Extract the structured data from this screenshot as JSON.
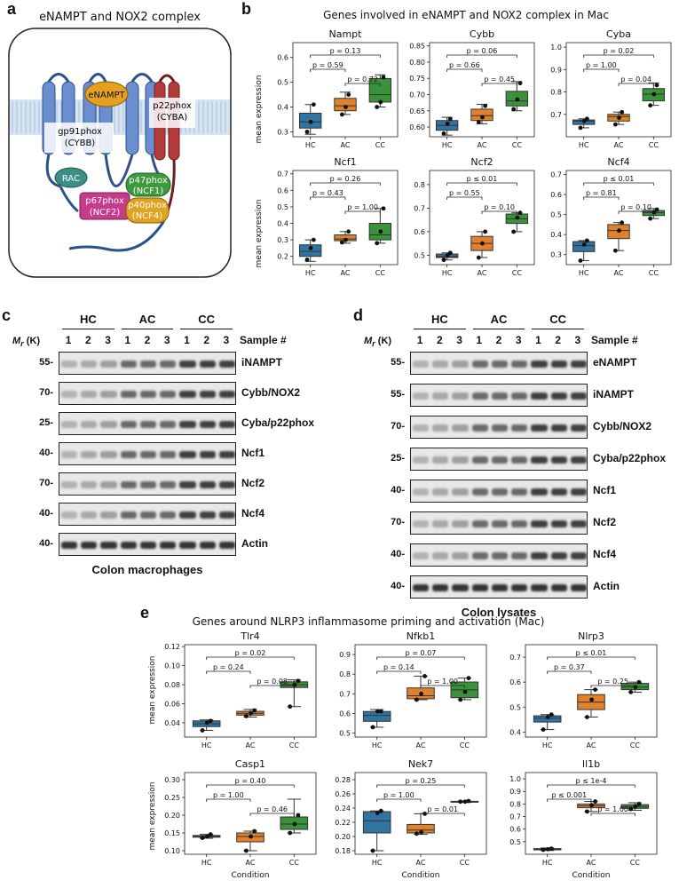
{
  "panel_a": {
    "label": "a",
    "title": "eNAMPT and NOX2 complex",
    "labels": {
      "enampt": "eNAMPT",
      "gp91": "gp91phox",
      "cybb": "(CYBB)",
      "p22": "p22phox",
      "cyba": "(CYBA)",
      "rac": "RAC",
      "p47": "p47phox",
      "ncf1": "(NCF1)",
      "p67": "p67phox",
      "ncf2": "(NCF2)",
      "p40": "p40phox",
      "ncf4": "(NCF4)"
    },
    "colors": {
      "membrane": "#8fb0d8",
      "gp91": "#6b8ecf",
      "p22": "#b53a3a",
      "enampt": "#e5a021",
      "rac": "#3a8f86",
      "p47": "#3c9a3c",
      "p67": "#c63b8a",
      "p40": "#e0a21f"
    }
  },
  "panel_b": {
    "label": "b",
    "title": "Genes involved in eNAMPT and NOX2 complex in Mac",
    "ylabel": "mean expression"
  },
  "panel_e": {
    "label": "e",
    "title": "Genes around NLRP3 inflammasome priming and activation (Mac)",
    "ylabel": "mean expression",
    "xlabel": "Condition"
  },
  "panel_c": {
    "label": "c",
    "groups": [
      "HC",
      "AC",
      "CC"
    ],
    "lanes": [
      "1",
      "2",
      "3",
      "1",
      "2",
      "3",
      "1",
      "2",
      "3"
    ],
    "mr_prefix": "M",
    "mr_sub": "r",
    "mr_suffix": " (K)",
    "sample_label": "Sample #",
    "rows": [
      {
        "mw": "55",
        "label": "iNAMPT"
      },
      {
        "mw": "70",
        "label": "Cybb/NOX2"
      },
      {
        "mw": "25",
        "label": "Cyba/p22phox"
      },
      {
        "mw": "40",
        "label": "Ncf1"
      },
      {
        "mw": "70",
        "label": "Ncf2"
      },
      {
        "mw": "40",
        "label": "Ncf4"
      },
      {
        "mw": "40",
        "label": "Actin"
      }
    ],
    "caption": "Colon macrophages"
  },
  "panel_d": {
    "label": "d",
    "groups": [
      "HC",
      "AC",
      "CC"
    ],
    "lanes": [
      "1",
      "2",
      "3",
      "1",
      "2",
      "3",
      "1",
      "2",
      "3"
    ],
    "mr_prefix": "M",
    "mr_sub": "r",
    "mr_suffix": " (K)",
    "sample_label": "Sample #",
    "rows": [
      {
        "mw": "55",
        "label": "eNAMPT"
      },
      {
        "mw": "55",
        "label": "iNAMPT"
      },
      {
        "mw": "70",
        "label": "Cybb/NOX2"
      },
      {
        "mw": "25",
        "label": "Cyba/p22phox"
      },
      {
        "mw": "40",
        "label": "Ncf1"
      },
      {
        "mw": "70",
        "label": "Ncf2"
      },
      {
        "mw": "40",
        "label": "Ncf4"
      },
      {
        "mw": "40",
        "label": "Actin"
      }
    ],
    "caption": "Colon lysates"
  },
  "chart_data": [
    {
      "type": "box",
      "panel": "b",
      "title": "Nampt",
      "categories": [
        "HC",
        "AC",
        "CC"
      ],
      "ylim": [
        0.28,
        0.66
      ],
      "yticks": [
        0.3,
        0.4,
        0.5,
        0.6
      ],
      "ylabel": "mean expression",
      "boxes": [
        {
          "min": 0.29,
          "q1": 0.315,
          "median": 0.34,
          "q3": 0.375,
          "max": 0.41
        },
        {
          "min": 0.37,
          "q1": 0.385,
          "median": 0.405,
          "q3": 0.435,
          "max": 0.46
        },
        {
          "min": 0.4,
          "q1": 0.42,
          "median": 0.45,
          "q3": 0.515,
          "max": 0.53
        }
      ],
      "points": [
        [
          0.3,
          0.34,
          0.41
        ],
        [
          0.37,
          0.4,
          0.45
        ],
        [
          0.4,
          0.42,
          0.52
        ]
      ],
      "annotations": [
        {
          "from": 0,
          "to": 2,
          "text": "p = 0.13"
        },
        {
          "from": 0,
          "to": 1,
          "text": "p = 0.59"
        },
        {
          "from": 1,
          "to": 2,
          "text": "p = 0.72"
        }
      ]
    },
    {
      "type": "box",
      "panel": "b",
      "title": "Cybb",
      "categories": [
        "HC",
        "AC",
        "CC"
      ],
      "ylim": [
        0.57,
        0.86
      ],
      "yticks": [
        0.6,
        0.65,
        0.7,
        0.75,
        0.8,
        0.85
      ],
      "boxes": [
        {
          "min": 0.575,
          "q1": 0.59,
          "median": 0.605,
          "q3": 0.62,
          "max": 0.63
        },
        {
          "min": 0.61,
          "q1": 0.62,
          "median": 0.635,
          "q3": 0.655,
          "max": 0.67
        },
        {
          "min": 0.65,
          "q1": 0.665,
          "median": 0.68,
          "q3": 0.71,
          "max": 0.74
        }
      ],
      "points": [
        [
          0.58,
          0.61,
          0.625
        ],
        [
          0.615,
          0.63,
          0.665
        ],
        [
          0.655,
          0.685,
          0.735
        ]
      ],
      "annotations": [
        {
          "from": 0,
          "to": 2,
          "text": "p = 0.06"
        },
        {
          "from": 0,
          "to": 1,
          "text": "p = 0.66"
        },
        {
          "from": 1,
          "to": 2,
          "text": "p = 0.45"
        }
      ]
    },
    {
      "type": "box",
      "panel": "b",
      "title": "Cyba",
      "categories": [
        "HC",
        "AC",
        "CC"
      ],
      "ylim": [
        0.6,
        1.02
      ],
      "yticks": [
        0.7,
        0.8,
        0.9,
        1.0
      ],
      "boxes": [
        {
          "min": 0.64,
          "q1": 0.655,
          "median": 0.67,
          "q3": 0.675,
          "max": 0.68
        },
        {
          "min": 0.655,
          "q1": 0.67,
          "median": 0.69,
          "q3": 0.7,
          "max": 0.71
        },
        {
          "min": 0.74,
          "q1": 0.76,
          "median": 0.79,
          "q3": 0.815,
          "max": 0.84
        }
      ],
      "points": [
        [
          0.64,
          0.67,
          0.68
        ],
        [
          0.655,
          0.685,
          0.71
        ],
        [
          0.74,
          0.79,
          0.83
        ]
      ],
      "annotations": [
        {
          "from": 0,
          "to": 2,
          "text": "p = 0.02"
        },
        {
          "from": 0,
          "to": 1,
          "text": "p = 1.00"
        },
        {
          "from": 1,
          "to": 2,
          "text": "p = 0.04"
        }
      ]
    },
    {
      "type": "box",
      "panel": "b",
      "title": "Ncf1",
      "categories": [
        "HC",
        "AC",
        "CC"
      ],
      "ylim": [
        0.15,
        0.72
      ],
      "yticks": [
        0.2,
        0.3,
        0.4,
        0.5,
        0.6,
        0.7
      ],
      "boxes": [
        {
          "min": 0.17,
          "q1": 0.2,
          "median": 0.23,
          "q3": 0.27,
          "max": 0.3
        },
        {
          "min": 0.28,
          "q1": 0.295,
          "median": 0.305,
          "q3": 0.33,
          "max": 0.35
        },
        {
          "min": 0.28,
          "q1": 0.3,
          "median": 0.33,
          "q3": 0.4,
          "max": 0.49
        }
      ],
      "points": [
        [
          0.18,
          0.25,
          0.3
        ],
        [
          0.285,
          0.3,
          0.35
        ],
        [
          0.28,
          0.35,
          0.49
        ]
      ],
      "annotations": [
        {
          "from": 0,
          "to": 2,
          "text": "p = 0.26"
        },
        {
          "from": 0,
          "to": 1,
          "text": "p = 0.43"
        },
        {
          "from": 1,
          "to": 2,
          "text": "p = 1.00"
        }
      ]
    },
    {
      "type": "box",
      "panel": "b",
      "title": "Ncf2",
      "categories": [
        "HC",
        "AC",
        "CC"
      ],
      "ylim": [
        0.46,
        0.86
      ],
      "yticks": [
        0.5,
        0.6,
        0.7,
        0.8
      ],
      "boxes": [
        {
          "min": 0.48,
          "q1": 0.49,
          "median": 0.495,
          "q3": 0.505,
          "max": 0.51
        },
        {
          "min": 0.49,
          "q1": 0.52,
          "median": 0.55,
          "q3": 0.58,
          "max": 0.6
        },
        {
          "min": 0.6,
          "q1": 0.635,
          "median": 0.655,
          "q3": 0.675,
          "max": 0.68
        }
      ],
      "points": [
        [
          0.48,
          0.5,
          0.51
        ],
        [
          0.49,
          0.55,
          0.6
        ],
        [
          0.6,
          0.66,
          0.68
        ]
      ],
      "annotations": [
        {
          "from": 0,
          "to": 2,
          "text": "p ≤ 0.01"
        },
        {
          "from": 0,
          "to": 1,
          "text": "p = 0.55"
        },
        {
          "from": 1,
          "to": 2,
          "text": "p = 0.10"
        }
      ]
    },
    {
      "type": "box",
      "panel": "b",
      "title": "Ncf4",
      "categories": [
        "HC",
        "AC",
        "CC"
      ],
      "ylim": [
        0.25,
        0.72
      ],
      "yticks": [
        0.3,
        0.4,
        0.5,
        0.6,
        0.7
      ],
      "boxes": [
        {
          "min": 0.27,
          "q1": 0.315,
          "median": 0.345,
          "q3": 0.365,
          "max": 0.37
        },
        {
          "min": 0.32,
          "q1": 0.38,
          "median": 0.42,
          "q3": 0.45,
          "max": 0.46
        },
        {
          "min": 0.48,
          "q1": 0.495,
          "median": 0.51,
          "q3": 0.52,
          "max": 0.53
        }
      ],
      "points": [
        [
          0.27,
          0.35,
          0.37
        ],
        [
          0.32,
          0.42,
          0.46
        ],
        [
          0.48,
          0.51,
          0.525
        ]
      ],
      "annotations": [
        {
          "from": 0,
          "to": 2,
          "text": "p ≤ 0.01"
        },
        {
          "from": 0,
          "to": 1,
          "text": "p = 0.81"
        },
        {
          "from": 1,
          "to": 2,
          "text": "p = 0.10"
        }
      ]
    },
    {
      "type": "box",
      "panel": "e",
      "title": "Tlr4",
      "categories": [
        "HC",
        "AC",
        "CC"
      ],
      "ylim": [
        0.025,
        0.122
      ],
      "yticks": [
        0.04,
        0.06,
        0.08,
        0.1,
        0.12
      ],
      "ylabel": "mean expression",
      "boxes": [
        {
          "min": 0.032,
          "q1": 0.036,
          "median": 0.039,
          "q3": 0.042,
          "max": 0.043
        },
        {
          "min": 0.046,
          "q1": 0.048,
          "median": 0.05,
          "q3": 0.052,
          "max": 0.054
        },
        {
          "min": 0.057,
          "q1": 0.077,
          "median": 0.08,
          "q3": 0.083,
          "max": 0.085
        }
      ],
      "points": [
        [
          0.032,
          0.04,
          0.042
        ],
        [
          0.047,
          0.05,
          0.053
        ],
        [
          0.057,
          0.08,
          0.084
        ]
      ],
      "annotations": [
        {
          "from": 0,
          "to": 2,
          "text": "p = 0.02"
        },
        {
          "from": 0,
          "to": 1,
          "text": "p = 0.24"
        },
        {
          "from": 1,
          "to": 2,
          "text": "p = 0.08"
        }
      ]
    },
    {
      "type": "box",
      "panel": "e",
      "title": "Nfkb1",
      "categories": [
        "HC",
        "AC",
        "CC"
      ],
      "ylim": [
        0.48,
        0.95
      ],
      "yticks": [
        0.5,
        0.6,
        0.7,
        0.8,
        0.9
      ],
      "boxes": [
        {
          "min": 0.53,
          "q1": 0.56,
          "median": 0.59,
          "q3": 0.61,
          "max": 0.62
        },
        {
          "min": 0.67,
          "q1": 0.675,
          "median": 0.69,
          "q3": 0.73,
          "max": 0.79
        },
        {
          "min": 0.67,
          "q1": 0.68,
          "median": 0.72,
          "q3": 0.76,
          "max": 0.78
        }
      ],
      "points": [
        [
          0.53,
          0.61,
          0.61
        ],
        [
          0.67,
          0.7,
          0.79
        ],
        [
          0.67,
          0.71,
          0.78
        ]
      ],
      "annotations": [
        {
          "from": 0,
          "to": 2,
          "text": "p = 0.07"
        },
        {
          "from": 0,
          "to": 1,
          "text": "p = 0.14"
        },
        {
          "from": 1,
          "to": 2,
          "text": "p = 1.00"
        }
      ]
    },
    {
      "type": "box",
      "panel": "e",
      "title": "Nlrp3",
      "categories": [
        "HC",
        "AC",
        "CC"
      ],
      "ylim": [
        0.38,
        0.75
      ],
      "yticks": [
        0.4,
        0.5,
        0.6,
        0.7
      ],
      "boxes": [
        {
          "min": 0.41,
          "q1": 0.44,
          "median": 0.455,
          "q3": 0.465,
          "max": 0.47
        },
        {
          "min": 0.46,
          "q1": 0.49,
          "median": 0.52,
          "q3": 0.55,
          "max": 0.57
        },
        {
          "min": 0.56,
          "q1": 0.57,
          "median": 0.58,
          "q3": 0.595,
          "max": 0.6
        }
      ],
      "points": [
        [
          0.41,
          0.46,
          0.47
        ],
        [
          0.46,
          0.53,
          0.57
        ],
        [
          0.56,
          0.58,
          0.6
        ]
      ],
      "annotations": [
        {
          "from": 0,
          "to": 2,
          "text": "p ≤ 0.01"
        },
        {
          "from": 0,
          "to": 1,
          "text": "p = 0.37"
        },
        {
          "from": 1,
          "to": 2,
          "text": "p = 0.25"
        }
      ]
    },
    {
      "type": "box",
      "panel": "e",
      "title": "Casp1",
      "categories": [
        "HC",
        "AC",
        "CC"
      ],
      "ylim": [
        0.09,
        0.32
      ],
      "yticks": [
        0.1,
        0.15,
        0.2,
        0.25,
        0.3
      ],
      "ylabel": "mean expression",
      "xlabel": "Condition",
      "boxes": [
        {
          "min": 0.135,
          "q1": 0.138,
          "median": 0.14,
          "q3": 0.143,
          "max": 0.146
        },
        {
          "min": 0.1,
          "q1": 0.125,
          "median": 0.14,
          "q3": 0.15,
          "max": 0.155
        },
        {
          "min": 0.15,
          "q1": 0.16,
          "median": 0.175,
          "q3": 0.195,
          "max": 0.245
        }
      ],
      "points": [
        [
          0.136,
          0.14,
          0.146
        ],
        [
          0.1,
          0.14,
          0.155
        ],
        [
          0.15,
          0.175,
          0.2
        ]
      ],
      "annotations": [
        {
          "from": 0,
          "to": 2,
          "text": "p = 0.40"
        },
        {
          "from": 0,
          "to": 1,
          "text": "p = 1.00"
        },
        {
          "from": 1,
          "to": 2,
          "text": "p = 0.46"
        }
      ]
    },
    {
      "type": "box",
      "panel": "e",
      "title": "Nek7",
      "categories": [
        "HC",
        "AC",
        "CC"
      ],
      "ylim": [
        0.175,
        0.29
      ],
      "yticks": [
        0.18,
        0.2,
        0.22,
        0.24,
        0.26,
        0.28
      ],
      "xlabel": "Condition",
      "boxes": [
        {
          "min": 0.18,
          "q1": 0.205,
          "median": 0.222,
          "q3": 0.235,
          "max": 0.236
        },
        {
          "min": 0.203,
          "q1": 0.205,
          "median": 0.209,
          "q3": 0.217,
          "max": 0.232
        },
        {
          "min": 0.248,
          "q1": 0.2485,
          "median": 0.249,
          "q3": 0.2495,
          "max": 0.25
        }
      ],
      "points": [
        [
          0.18,
          0.233,
          0.236
        ],
        [
          0.204,
          0.206,
          0.232
        ],
        [
          0.249,
          0.249,
          0.25
        ]
      ],
      "annotations": [
        {
          "from": 0,
          "to": 2,
          "text": "p = 0.25"
        },
        {
          "from": 0,
          "to": 1,
          "text": "p = 1.00"
        },
        {
          "from": 1,
          "to": 2,
          "text": "p = 0.01"
        }
      ]
    },
    {
      "type": "box",
      "panel": "e",
      "title": "Il1b",
      "categories": [
        "HC",
        "AC",
        "CC"
      ],
      "ylim": [
        0.4,
        1.05
      ],
      "yticks": [
        0.5,
        0.6,
        0.7,
        0.8,
        0.9,
        1.0
      ],
      "xlabel": "Condition",
      "boxes": [
        {
          "min": 0.43,
          "q1": 0.435,
          "median": 0.44,
          "q3": 0.445,
          "max": 0.45
        },
        {
          "min": 0.74,
          "q1": 0.77,
          "median": 0.785,
          "q3": 0.8,
          "max": 0.82
        },
        {
          "min": 0.75,
          "q1": 0.765,
          "median": 0.78,
          "q3": 0.795,
          "max": 0.81
        }
      ],
      "points": [
        [
          0.435,
          0.44,
          0.445
        ],
        [
          0.74,
          0.79,
          0.82
        ],
        [
          0.76,
          0.78,
          0.8
        ]
      ],
      "annotations": [
        {
          "from": 0,
          "to": 2,
          "text": "p ≤ 1e-4"
        },
        {
          "from": 0,
          "to": 1,
          "text": "p ≤ 0.001"
        },
        {
          "from": 1,
          "to": 2,
          "text": "p = 1.00"
        }
      ]
    }
  ],
  "colors": {
    "HC": "#3274a1",
    "AC": "#e1812c",
    "CC": "#3a923a"
  }
}
